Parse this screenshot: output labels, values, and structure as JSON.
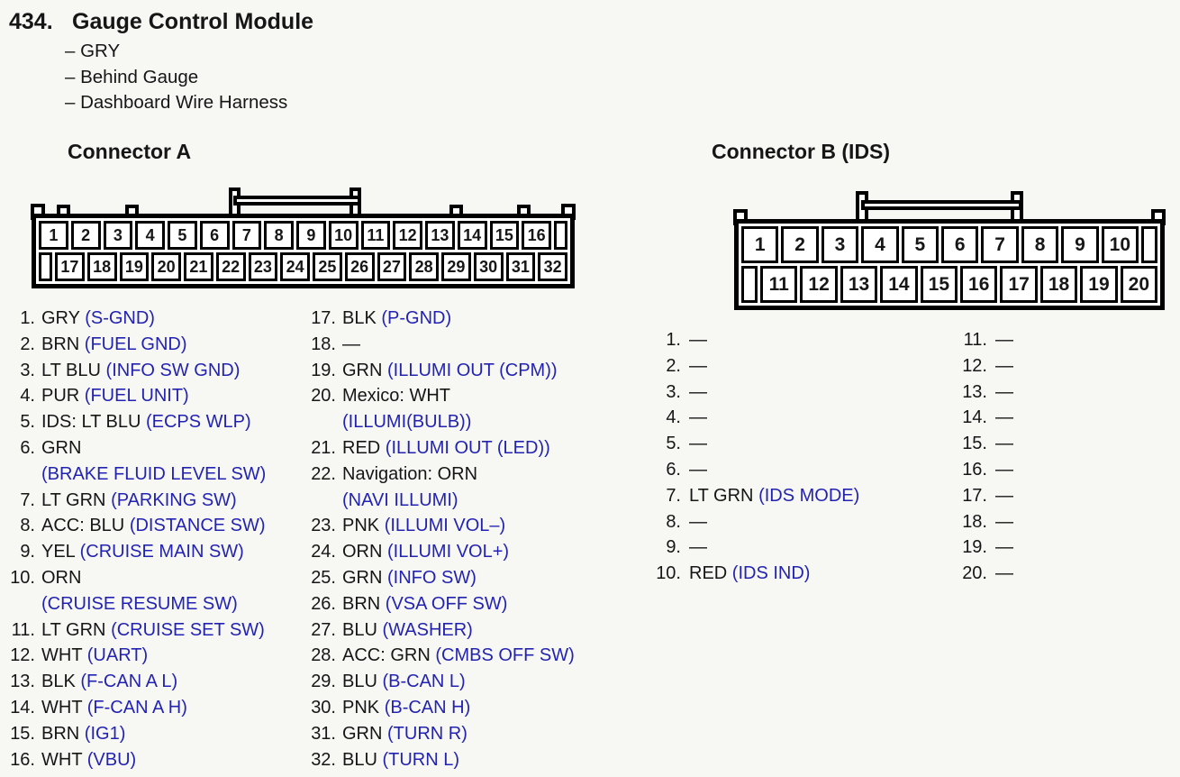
{
  "page": {
    "number": "434.",
    "title": "Gauge Control Module",
    "bullets": [
      "– GRY",
      "– Behind Gauge",
      "– Dashboard Wire Harness"
    ]
  },
  "colors": {
    "function_blue": "#2323b2",
    "ink": "#161616",
    "paper": "#f7f7f4"
  },
  "connector_a": {
    "heading": "Connector A",
    "top_row": [
      "1",
      "2",
      "3",
      "4",
      "5",
      "6",
      "7",
      "8",
      "9",
      "10",
      "11",
      "12",
      "13",
      "14",
      "15",
      "16"
    ],
    "bottom_row": [
      "17",
      "18",
      "19",
      "20",
      "21",
      "22",
      "23",
      "24",
      "25",
      "26",
      "27",
      "28",
      "29",
      "30",
      "31",
      "32"
    ],
    "pins_col1": [
      {
        "num": "1.",
        "wire": "GRY",
        "fn": "(S-GND)"
      },
      {
        "num": "2.",
        "wire": "BRN",
        "fn": "(FUEL GND)"
      },
      {
        "num": "3.",
        "wire": "LT BLU",
        "fn": "(INFO SW GND)"
      },
      {
        "num": "4.",
        "wire": "PUR",
        "fn": "(FUEL UNIT)"
      },
      {
        "num": "5.",
        "wire": "IDS: LT BLU",
        "fn": "(ECPS WLP)"
      },
      {
        "num": "6.",
        "wire": "GRN",
        "fn": "(BRAKE FLUID LEVEL SW)",
        "wrap": true
      },
      {
        "num": "7.",
        "wire": "LT GRN",
        "fn": "(PARKING SW)"
      },
      {
        "num": "8.",
        "wire": "ACC: BLU",
        "fn": "(DISTANCE SW)"
      },
      {
        "num": "9.",
        "wire": "YEL",
        "fn": "(CRUISE MAIN SW)"
      },
      {
        "num": "10.",
        "wire": "ORN",
        "fn": "(CRUISE RESUME SW)",
        "wrap": true
      },
      {
        "num": "11.",
        "wire": "LT GRN",
        "fn": "(CRUISE SET SW)"
      },
      {
        "num": "12.",
        "wire": "WHT",
        "fn": "(UART)"
      },
      {
        "num": "13.",
        "wire": "BLK",
        "fn": "(F-CAN A L)"
      },
      {
        "num": "14.",
        "wire": "WHT",
        "fn": "(F-CAN A H)"
      },
      {
        "num": "15.",
        "wire": "BRN",
        "fn": "(IG1)"
      },
      {
        "num": "16.",
        "wire": "WHT",
        "fn": "(VBU)"
      }
    ],
    "pins_col2": [
      {
        "num": "17.",
        "wire": "BLK",
        "fn": "(P-GND)"
      },
      {
        "num": "18.",
        "wire": "—"
      },
      {
        "num": "19.",
        "wire": "GRN",
        "fn": "(ILLUMI OUT (CPM))"
      },
      {
        "num": "20.",
        "wire": "Mexico: WHT",
        "fn": "(ILLUMI(BULB))",
        "wrap": true
      },
      {
        "num": "21.",
        "wire": "RED",
        "fn": "(ILLUMI OUT (LED))"
      },
      {
        "num": "22.",
        "wire": "Navigation: ORN",
        "fn": "(NAVI ILLUMI)",
        "wrap": true
      },
      {
        "num": "23.",
        "wire": "PNK",
        "fn": "(ILLUMI VOL–)"
      },
      {
        "num": "24.",
        "wire": "ORN",
        "fn": "(ILLUMI VOL+)"
      },
      {
        "num": "25.",
        "wire": "GRN",
        "fn": "(INFO SW)"
      },
      {
        "num": "26.",
        "wire": "BRN",
        "fn": "(VSA OFF SW)"
      },
      {
        "num": "27.",
        "wire": "BLU",
        "fn": "(WASHER)"
      },
      {
        "num": "28.",
        "wire": "ACC: GRN",
        "fn": "(CMBS OFF SW)"
      },
      {
        "num": "29.",
        "wire": "BLU",
        "fn": "(B-CAN L)"
      },
      {
        "num": "30.",
        "wire": "PNK",
        "fn": "(B-CAN H)"
      },
      {
        "num": "31.",
        "wire": "GRN",
        "fn": "(TURN R)"
      },
      {
        "num": "32.",
        "wire": "BLU",
        "fn": "(TURN L)"
      }
    ]
  },
  "connector_b": {
    "heading": "Connector B (IDS)",
    "top_row": [
      "1",
      "2",
      "3",
      "4",
      "5",
      "6",
      "7",
      "8",
      "9",
      "10"
    ],
    "bottom_row": [
      "11",
      "12",
      "13",
      "14",
      "15",
      "16",
      "17",
      "18",
      "19",
      "20"
    ],
    "pins_col1": [
      {
        "num": "1.",
        "wire": "—"
      },
      {
        "num": "2.",
        "wire": "—"
      },
      {
        "num": "3.",
        "wire": "—"
      },
      {
        "num": "4.",
        "wire": "—"
      },
      {
        "num": "5.",
        "wire": "—"
      },
      {
        "num": "6.",
        "wire": "—"
      },
      {
        "num": "7.",
        "wire": "LT GRN",
        "fn": "(IDS MODE)"
      },
      {
        "num": "8.",
        "wire": "—"
      },
      {
        "num": "9.",
        "wire": "—"
      },
      {
        "num": "10.",
        "wire": "RED",
        "fn": "(IDS IND)"
      }
    ],
    "pins_col2": [
      {
        "num": "11.",
        "wire": "—"
      },
      {
        "num": "12.",
        "wire": "—"
      },
      {
        "num": "13.",
        "wire": "—"
      },
      {
        "num": "14.",
        "wire": "—"
      },
      {
        "num": "15.",
        "wire": "—"
      },
      {
        "num": "16.",
        "wire": "—"
      },
      {
        "num": "17.",
        "wire": "—"
      },
      {
        "num": "18.",
        "wire": "—"
      },
      {
        "num": "19.",
        "wire": "—"
      },
      {
        "num": "20.",
        "wire": "—"
      }
    ]
  }
}
